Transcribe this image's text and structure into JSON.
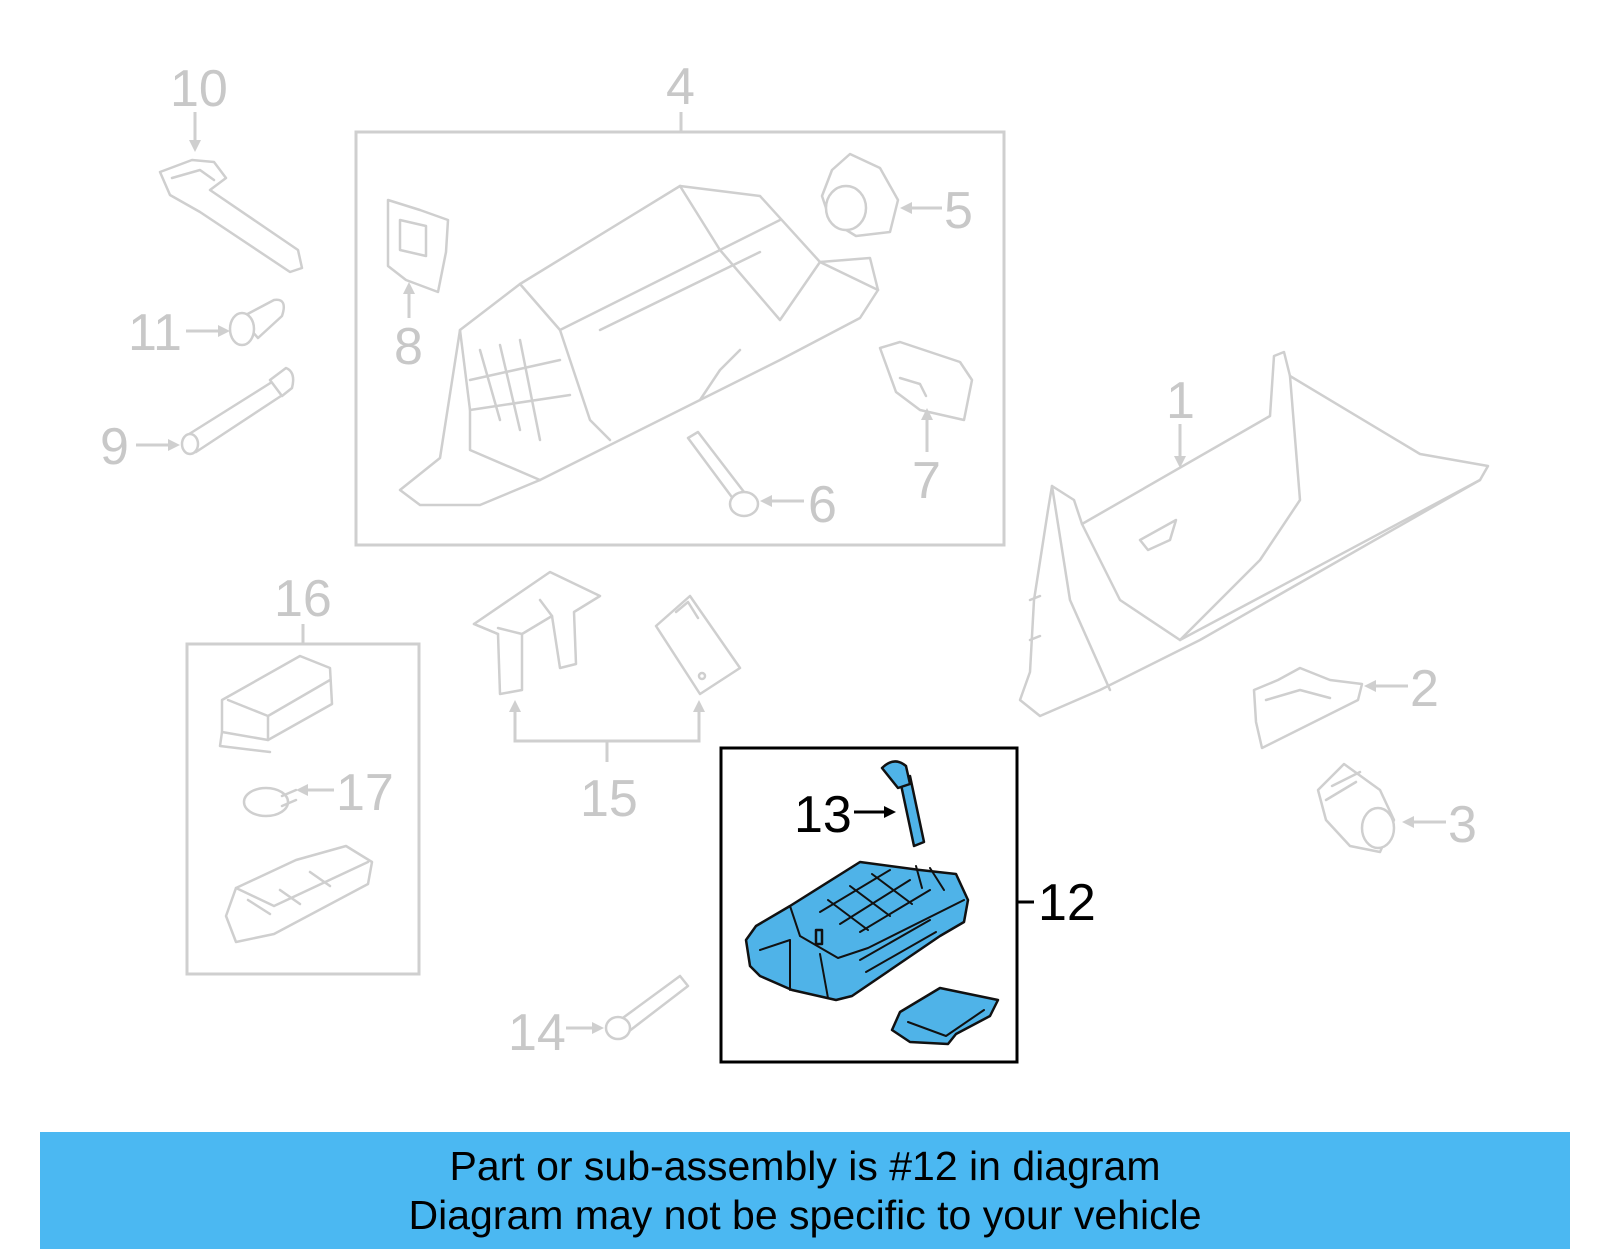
{
  "callouts": {
    "c1": "1",
    "c2": "2",
    "c3": "3",
    "c4": "4",
    "c5": "5",
    "c6": "6",
    "c7": "7",
    "c8": "8",
    "c9": "9",
    "c10": "10",
    "c11": "11",
    "c12": "12",
    "c13": "13",
    "c14": "14",
    "c15": "15",
    "c16": "16",
    "c17": "17"
  },
  "highlight": {
    "part_number": "12",
    "color": "#4bb8f2",
    "part_fill": "#4fb3e8"
  },
  "colors": {
    "inactive_part": "#cfcfcf",
    "active_outline": "#000000",
    "banner": "#4bb8f2"
  },
  "banner": {
    "line1": "Part or sub-assembly is #12 in diagram",
    "line2": "Diagram may not be specific to your vehicle"
  }
}
